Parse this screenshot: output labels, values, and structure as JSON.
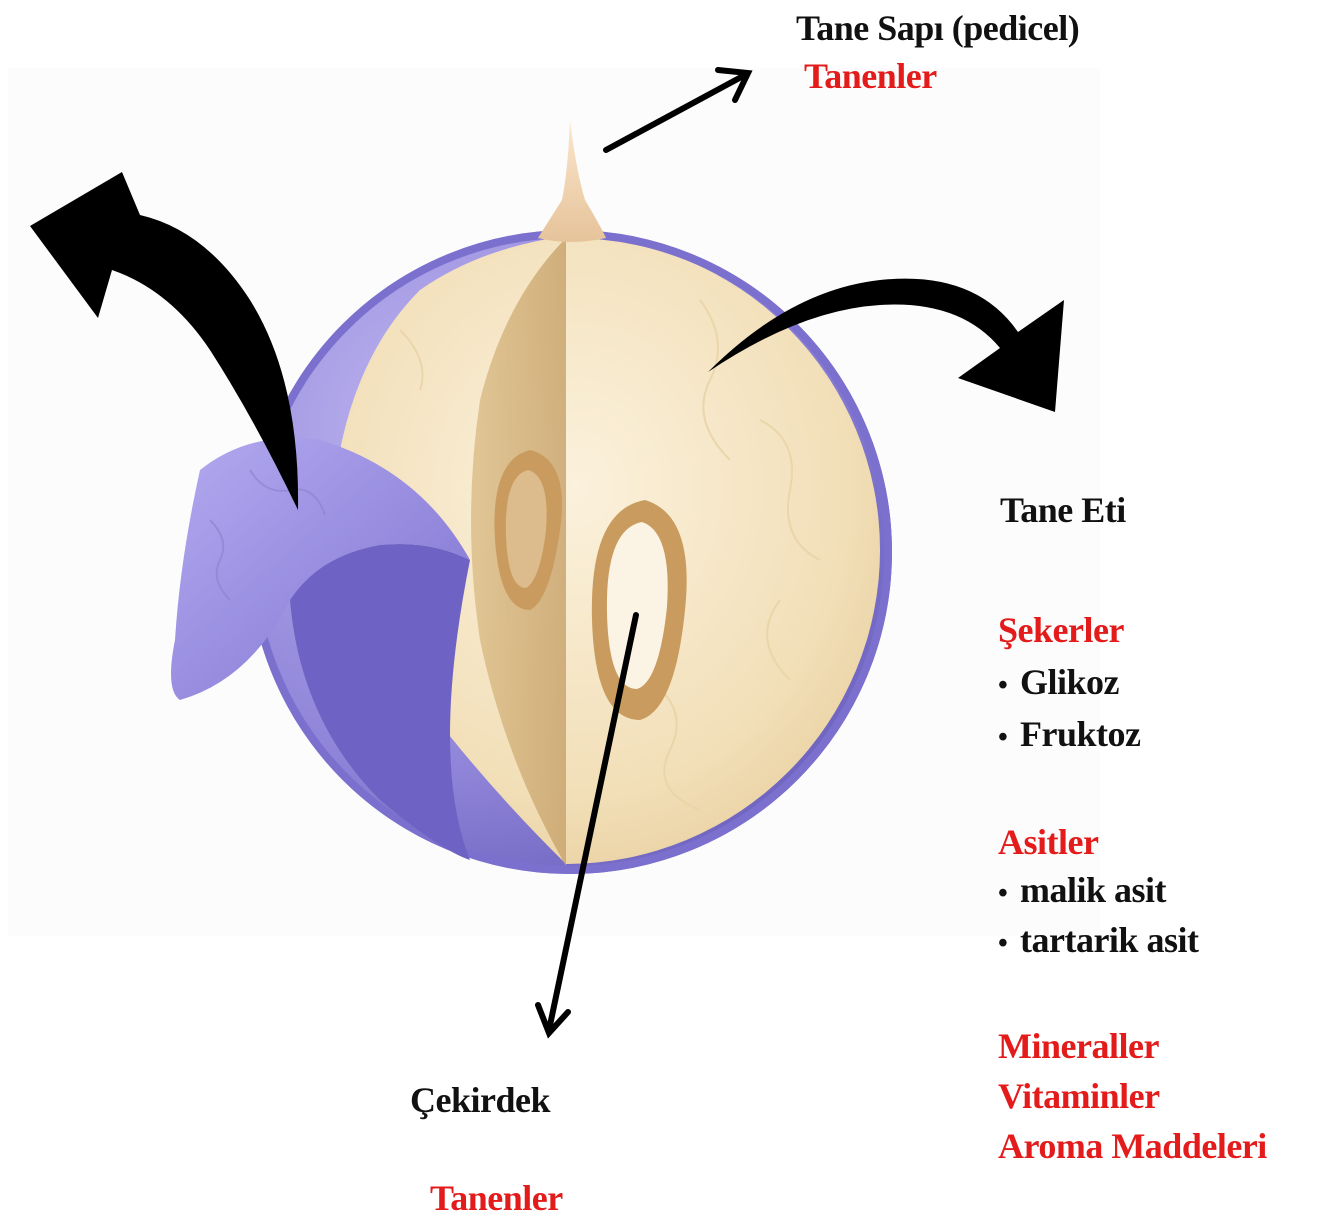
{
  "labels": {
    "pedicel_title": "Tane Sapı (pedicel)",
    "pedicel_content": "Tanenler",
    "flesh_title": "Tane Eti",
    "sugars_heading": "Şekerler",
    "sugars_items": [
      "Glikoz",
      "Fruktoz"
    ],
    "acids_heading": "Asitler",
    "acids_items": [
      "malik asit",
      "tartarik asit"
    ],
    "other_items": [
      "Mineraller",
      "Vitaminler",
      "Aroma Maddeleri"
    ],
    "seed_title": "Çekirdek",
    "seed_content": "Tanenler"
  },
  "colors": {
    "label_black": "#111111",
    "label_red": "#e31b1b",
    "skin_purple": "#8a7fd6",
    "flesh_beige": "#f3e2bf",
    "flesh_shadow": "#d9bd8c",
    "pedicel": "#f1d2ab",
    "arrow": "#000000"
  }
}
